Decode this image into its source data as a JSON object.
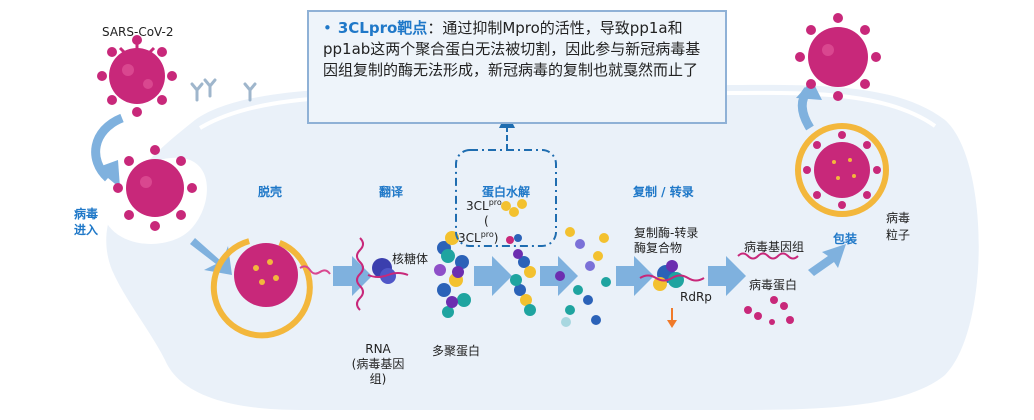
{
  "callout": {
    "keyword": "3CLpro靶点",
    "colon": "：",
    "text": "通过抑制Mpro的活性，导致pp1a和pp1ab这两个聚合蛋白无法被切割，因此参与新冠病毒基因组复制的酶无法形成，新冠病毒的复制也就戛然而止了"
  },
  "labels": {
    "virus_name": "SARS-CoV-2",
    "entry": "病毒\n进入",
    "uncoating": "脱壳",
    "translation": "翻译",
    "proteolysis": "蛋白水解",
    "replication": "复制 / 转录",
    "packaging": "包装",
    "virion": "病毒\n粒子",
    "ribosome": "核糖体",
    "rna": "RNA\n(病毒基因\n组)",
    "polyprotein": "多聚蛋白",
    "clpro_1": "3CL",
    "clpro_1_sup": "pro",
    "clpro_2": "3CL",
    "clpro_2_sup": "pro",
    "paren_open": "(",
    "paren_close": ")",
    "rtc": "复制酶-转录\n酶复合物",
    "rdrp": "RdRp",
    "genome": "病毒基因组",
    "viral_protein": "病毒蛋白"
  },
  "colors": {
    "cell_fill": "#eaf1f9",
    "arrow_blue": "#7fb1de",
    "virus_magenta": "#c8287a",
    "capsid_yellow": "#f3b73c",
    "label_blue": "#1f78c8",
    "dash_blue": "#1f6db0",
    "orange_arrow": "#f07a2a"
  },
  "icons": [
    "virus-icon",
    "arrow-icon",
    "ribosome-icon",
    "protein-cluster-icon"
  ]
}
